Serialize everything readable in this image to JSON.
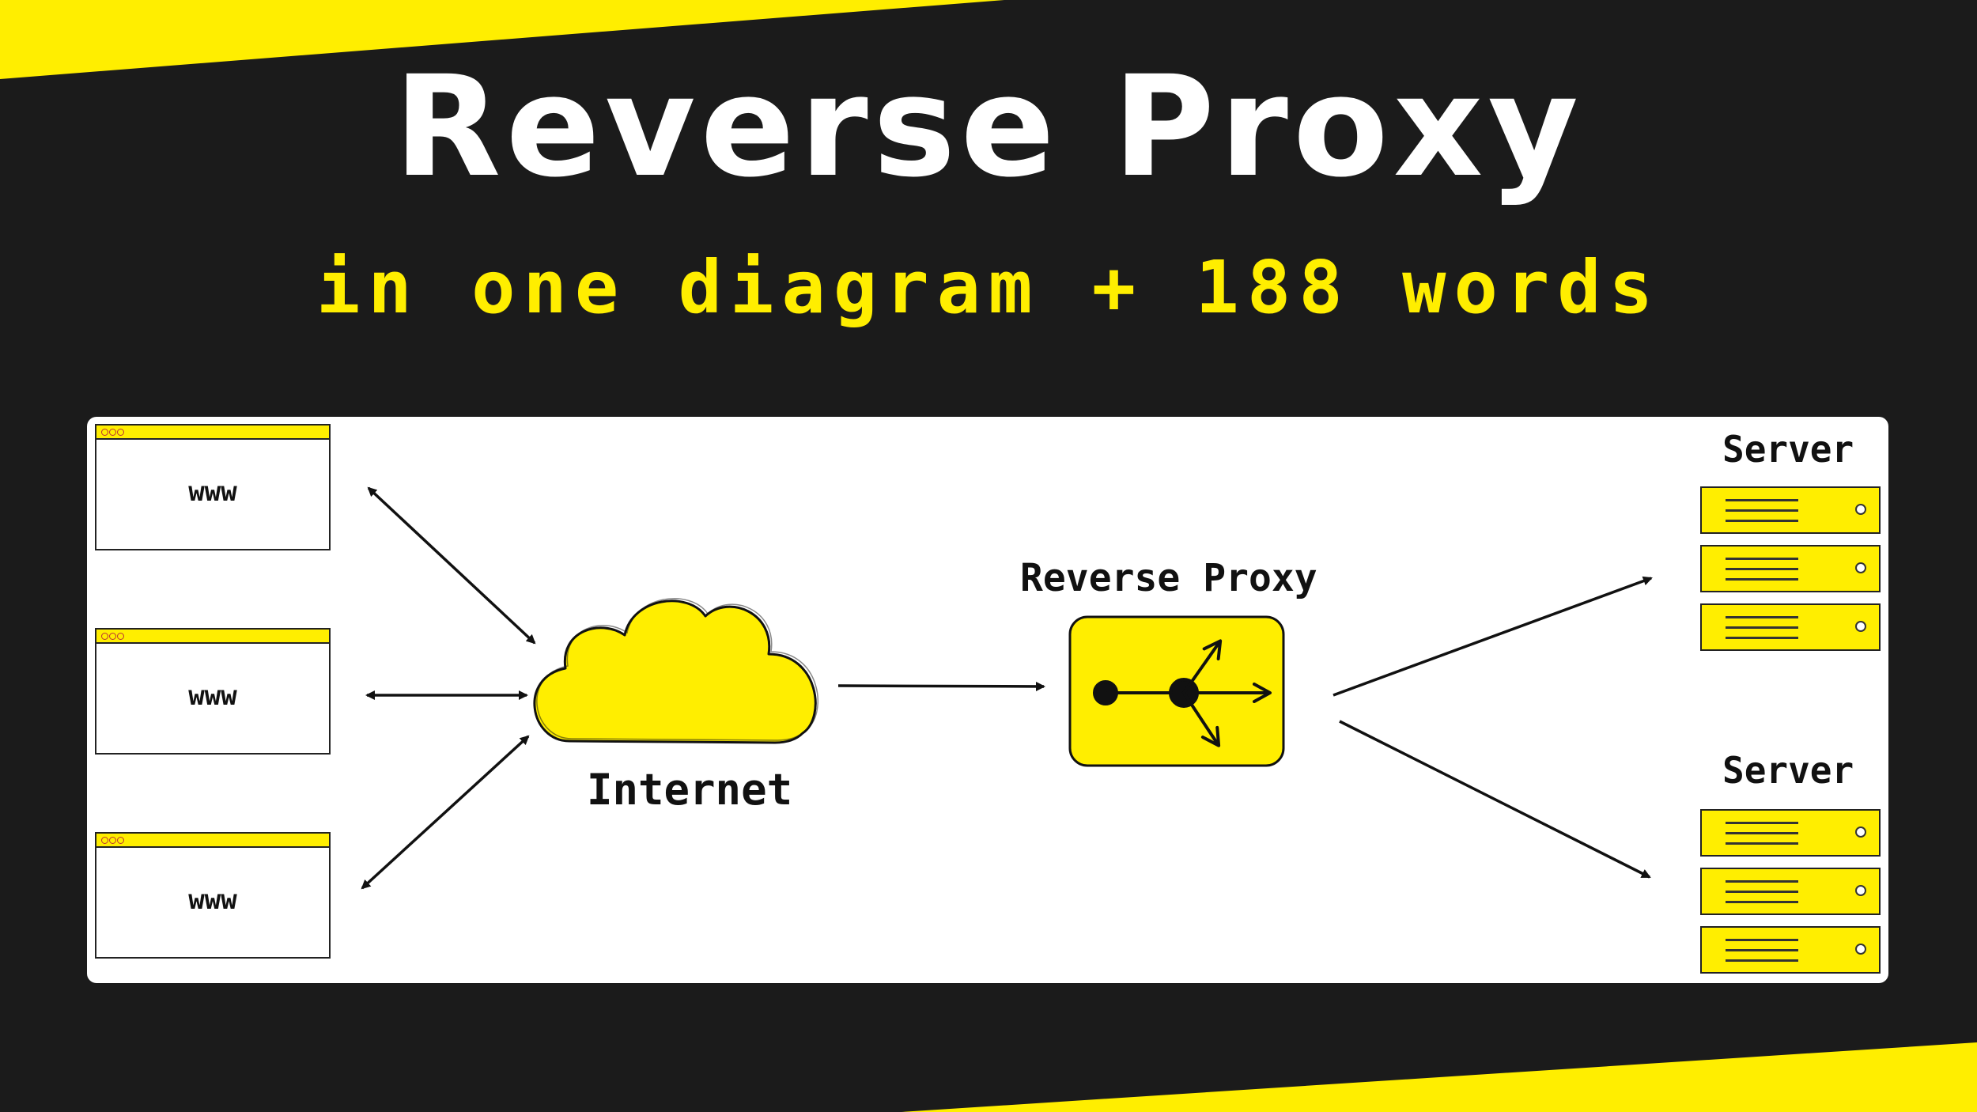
{
  "title": "Reverse Proxy",
  "subtitle": "in one diagram + 188 words",
  "colors": {
    "background": "#1b1b1b",
    "accent": "#ffee00",
    "panel": "#ffffff",
    "ink": "#111111"
  },
  "diagram": {
    "clients": [
      {
        "label": "www"
      },
      {
        "label": "www"
      },
      {
        "label": "www"
      }
    ],
    "internet_label": "Internet",
    "proxy_label": "Reverse Proxy",
    "servers": [
      {
        "label": "Server"
      },
      {
        "label": "Server"
      }
    ],
    "icons": {
      "cloud": "cloud-icon",
      "proxy": "branching-arrows-icon",
      "server": "server-rack-icon"
    }
  }
}
